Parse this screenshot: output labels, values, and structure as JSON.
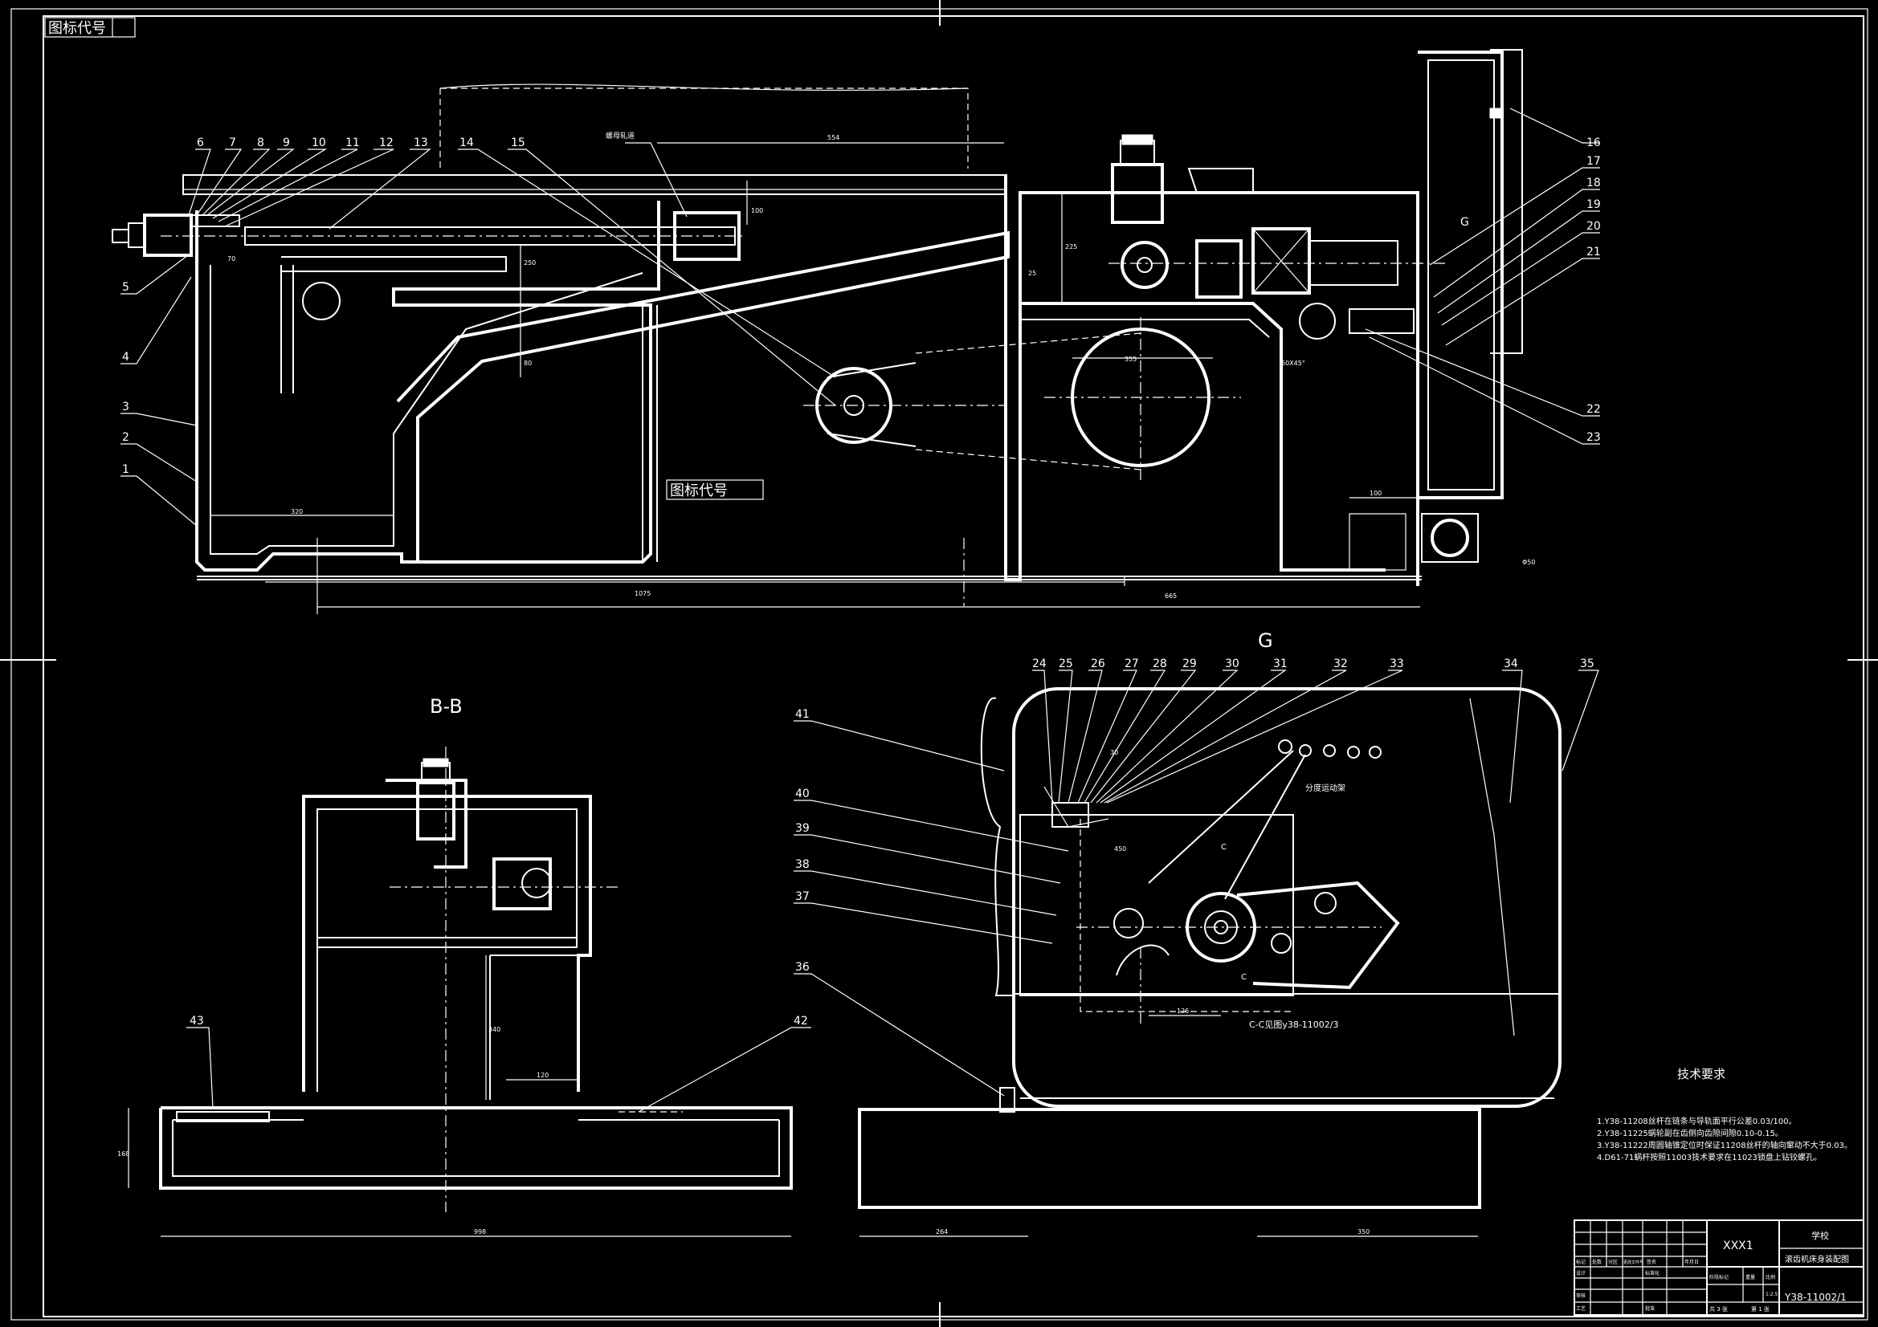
{
  "drawing": {
    "stamp_top": "图标代号",
    "stamp_middle": "图标代号",
    "view_bb_label": "B-B",
    "view_g_label": "G",
    "section_cc_label": "C-C见图y38-11002/3",
    "marker_g": "G",
    "marker_c1": "C",
    "marker_c2": "C",
    "pointer_label": "螺母轧道",
    "motion_label": "分度运动架"
  },
  "part_numbers_top": [
    "6",
    "7",
    "8",
    "9",
    "10",
    "11",
    "12",
    "13",
    "14",
    "15",
    "5",
    "4",
    "3",
    "2",
    "1",
    "16",
    "17",
    "18",
    "19",
    "20",
    "21",
    "22",
    "23"
  ],
  "part_numbers_g": [
    "24",
    "25",
    "26",
    "27",
    "28",
    "29",
    "30",
    "31",
    "32",
    "33",
    "34",
    "35",
    "41",
    "40",
    "39",
    "38",
    "37",
    "36"
  ],
  "part_numbers_bb": [
    "43",
    "42"
  ],
  "dimensions": {
    "d554": "554",
    "d100a": "100",
    "d225": "225",
    "d25": "25",
    "d355": "355",
    "d1075": "1075",
    "d665": "665",
    "d320": "320",
    "d100b": "100",
    "d250": "250",
    "d80": "80",
    "d70": "70",
    "d60x45": "60X45°",
    "d50": "Φ50",
    "d998": "998",
    "d168": "168",
    "d120": "120",
    "d340": "340",
    "d264": "264",
    "d350": "350",
    "d126": "126",
    "d450": "450",
    "d30": "30"
  },
  "technical_requirements": {
    "title": "技术要求",
    "items": [
      "1.Y38-11208丝杆在链条与导轨面平行公差0.03/100。",
      "2.Y38-11225蜗轮副在齿侧向齿隙间隙0.10-0.15。",
      "3.Y38-11222周圆轴锥定位时保证11208丝杆的轴向窜动不大于0.03。",
      "4.D61-71蜗杆按照11003技术要求在11023锁盘上钻铰螺孔。"
    ]
  },
  "title_block": {
    "drawing_no_top": "XXX1",
    "school": "学校",
    "drawing_title": "滚齿机床身装配图",
    "drawing_code": "Y38-11002/1",
    "stage_label": "阶段标记",
    "weight_label": "重量",
    "scale_label": "比例",
    "scale_value": "1:2.5",
    "sheets_total": "共 3 张",
    "sheet_no": "第 1 张",
    "rev_headers": [
      "标记",
      "处数",
      "分区",
      "更改文件号",
      "签名",
      "年月日"
    ],
    "designer": "设计",
    "standard": "标准化",
    "reviewer": "审核",
    "process": "工艺",
    "approve": "批准"
  }
}
